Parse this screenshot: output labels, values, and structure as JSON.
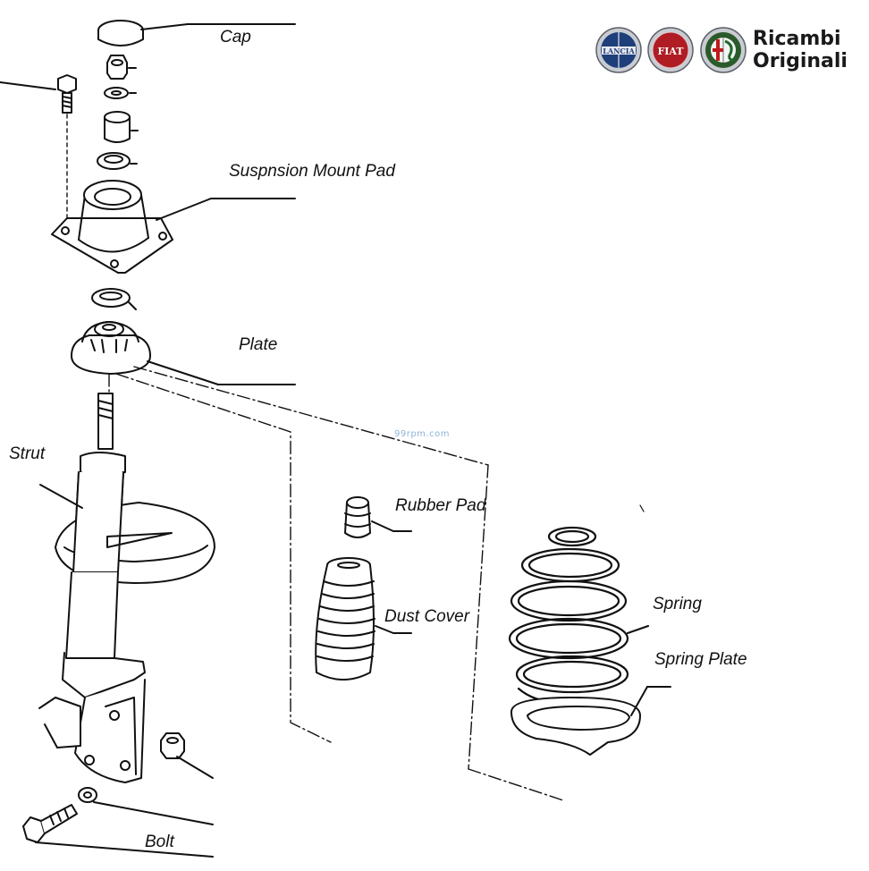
{
  "labels": {
    "cap": "Cap",
    "mount_pad": "Suspnsion Mount Pad",
    "plate": "Plate",
    "strut": "Strut",
    "rubber_pad": "Rubber Pad",
    "dust_cover": "Dust Cover",
    "spring": "Spring",
    "spring_plate": "Spring Plate",
    "bolt": "Bolt"
  },
  "brand": {
    "line1": "Ricambi",
    "line2": "Originali",
    "logos": [
      {
        "name": "lancia",
        "text": "LANCIA",
        "color": "#1f3f7a"
      },
      {
        "name": "fiat",
        "text": "FIAT",
        "color": "#b01c24"
      },
      {
        "name": "alfa-romeo",
        "text": "",
        "color": "#2b5a2b"
      }
    ]
  },
  "watermark": "99rpm.com",
  "colors": {
    "line": "#111111",
    "background": "#ffffff"
  }
}
